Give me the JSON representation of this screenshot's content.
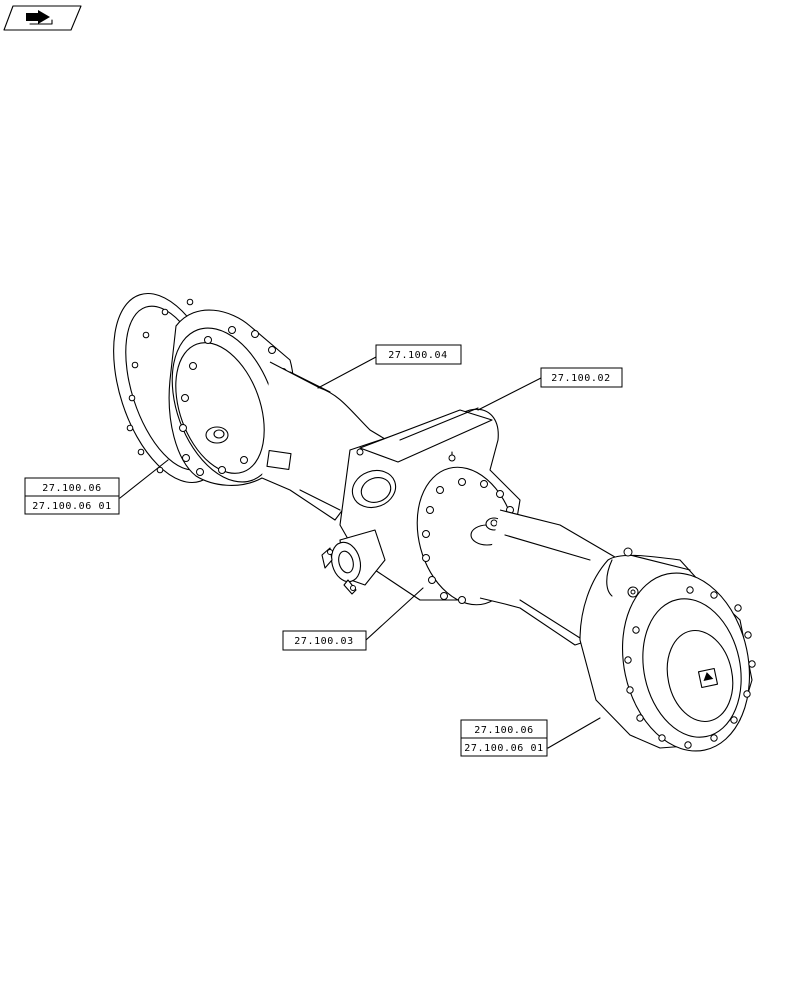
{
  "nav_icon": "flip-page-icon",
  "callouts": [
    {
      "id": "left-hub-upper",
      "label": "27.100.06"
    },
    {
      "id": "left-hub-lower",
      "label": "27.100.06 01"
    },
    {
      "id": "axle-housing",
      "label": "27.100.04"
    },
    {
      "id": "differential",
      "label": "27.100.02"
    },
    {
      "id": "input-flange",
      "label": "27.100.03"
    },
    {
      "id": "right-hub-upper",
      "label": "27.100.06"
    },
    {
      "id": "right-hub-lower",
      "label": "27.100.06 01"
    }
  ]
}
